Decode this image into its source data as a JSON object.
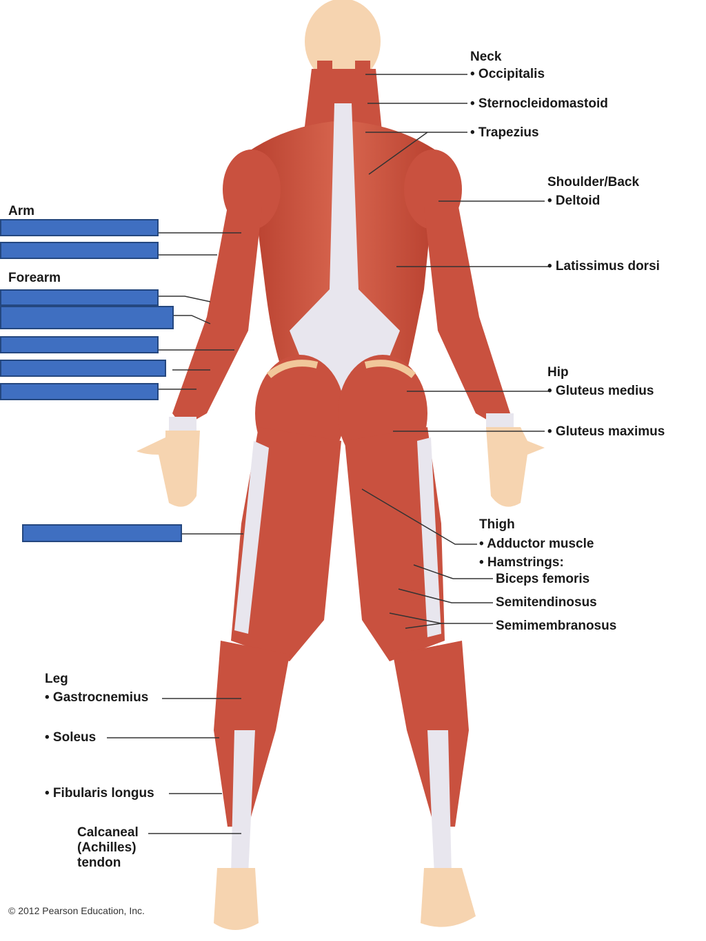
{
  "headings": {
    "neck": "Neck",
    "shoulder_back": "Shoulder/Back",
    "hip": "Hip",
    "thigh": "Thigh",
    "leg": "Leg",
    "arm": "Arm",
    "forearm": "Forearm"
  },
  "labels": {
    "occipitalis": "• Occipitalis",
    "sternocleidomastoid": "• Sternocleidomastoid",
    "trapezius": "• Trapezius",
    "deltoid": "• Deltoid",
    "latissimus_dorsi": "• Latissimus dorsi",
    "gluteus_medius": "• Gluteus medius",
    "gluteus_maximus": "• Gluteus maximus",
    "adductor_muscle": "• Adductor muscle",
    "hamstrings": "• Hamstrings:",
    "biceps_femoris": "Biceps femoris",
    "semitendinosus": "Semitendinosus",
    "semimembranosus": "Semimembranosus",
    "gastrocnemius": "• Gastrocnemius",
    "soleus": "• Soleus",
    "fibularis_longus": "• Fibularis longus",
    "calcaneal_tendon": "Calcaneal (Achilles) tendon",
    "partial_longus": "longus"
  },
  "copyright": "© 2012 Pearson Education, Inc.",
  "colors": {
    "muscle": "#c9513f",
    "muscle_dark": "#a8392b",
    "tendon": "#e8e6ee",
    "skin": "#f6d4b0",
    "mask": "#3f6fc1",
    "line": "#333333"
  }
}
